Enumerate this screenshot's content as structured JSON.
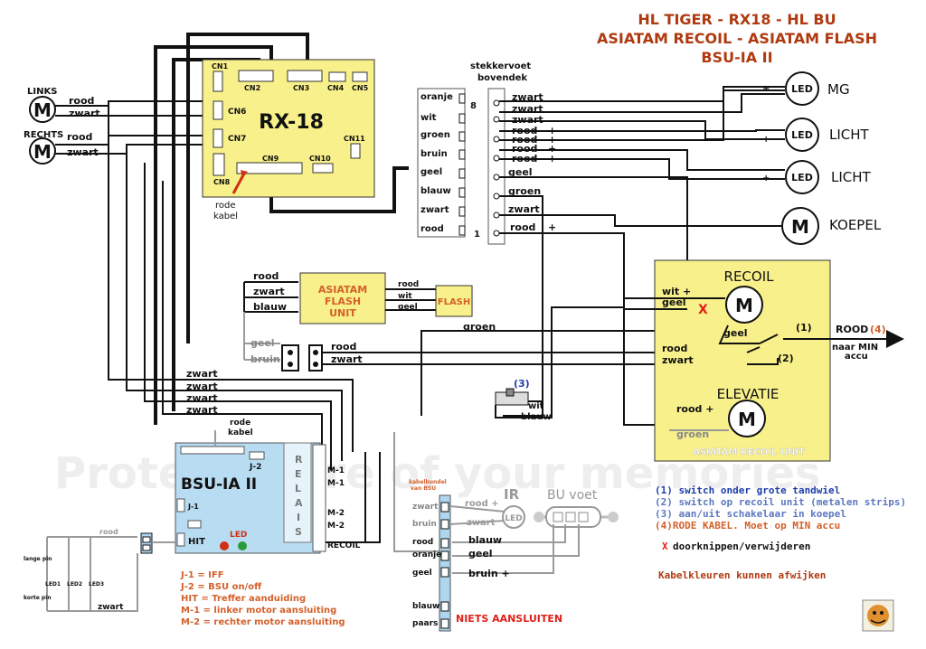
{
  "title": {
    "line1": "HL TIGER - RX18 - HL BU",
    "line2": "ASIATAM RECOIL - ASIATAM FLASH",
    "line3": "BSU-IA II"
  },
  "colors": {
    "title": "#b03a10",
    "board": "#f8f08a",
    "bsu_board": "#b8dcf2",
    "bus": "#aed6ee",
    "legend_blue": "#1e3ea8",
    "legend_orange": "#d4602a",
    "red_mark": "#e0201a",
    "background": "#ffffff"
  },
  "motors": {
    "links": {
      "label": "LINKS",
      "symbol": "M",
      "wires": [
        "rood",
        "zwart"
      ]
    },
    "rechts": {
      "label": "RECHTS",
      "symbol": "M",
      "wires": [
        "rood",
        "zwart"
      ]
    }
  },
  "rx18": {
    "name": "RX-18",
    "connectors": [
      "CN1",
      "CN2",
      "CN3",
      "CN4",
      "CN5",
      "CN6",
      "CN7",
      "CN8",
      "CN9",
      "CN10",
      "CN11"
    ],
    "note": "rode kabel"
  },
  "stekker": {
    "header": "stekkervoet bovendek",
    "pin_top": "8",
    "pin_bottom": "1",
    "left_labels": [
      "oranje",
      "wit",
      "groen",
      "bruin",
      "geel",
      "blauw",
      "zwart",
      "rood"
    ],
    "right_wires": [
      "zwart",
      "zwart",
      "zwart",
      "rood",
      "rood",
      "rood",
      "rood",
      "geel",
      "groen",
      "zwart",
      "rood"
    ],
    "plus": "+"
  },
  "outputs": {
    "led_symbol": "LED",
    "motor_symbol": "M",
    "mg": "MG",
    "licht1": "LICHT",
    "licht2": "LICHT",
    "koepel": "KOEPEL"
  },
  "flash_unit": {
    "name_line1": "ASIATAM",
    "name_line2": "FLASH",
    "name_line3": "UNIT",
    "in_wires": [
      "rood",
      "zwart",
      "blauw"
    ],
    "out_wires": [
      "rood",
      "wit",
      "geel"
    ],
    "flash": "FLASH"
  },
  "switches": {
    "left_wires": [
      "geel",
      "bruin"
    ],
    "right_wires": [
      "rood",
      "zwart"
    ],
    "groen": "groen"
  },
  "recoil_unit": {
    "recoil": "RECOIL",
    "elevatie": "ELEVATIE",
    "footer": "ASIATAM RECOIL UNIT",
    "wires_recoil": [
      "wit +",
      "geel",
      "geel"
    ],
    "cut_mark": "X",
    "switch1": "(1)",
    "switch2": "(2)",
    "rood_label": "ROOD",
    "rood_num": "(4)",
    "naar_min": "naar MIN",
    "accu": "accu",
    "wires_sw2": [
      "rood",
      "zwart"
    ],
    "elev_wires": [
      "rood +",
      "groen"
    ]
  },
  "koepel_switch": {
    "num": "(3)",
    "wires": [
      "wit",
      "blauw"
    ]
  },
  "bsu": {
    "name": "BSU-IA II",
    "relais": [
      "R",
      "E",
      "L",
      "A",
      "I",
      "S"
    ],
    "rode_kabel": "rode kabel",
    "j2": "J-2",
    "j1": "J-1",
    "hit": "HIT",
    "led": "LED",
    "recoil": "RECOIL",
    "m_labels": [
      "M-1",
      "M-1",
      "M-2",
      "M-2"
    ],
    "zwart_wires": [
      "zwart",
      "zwart",
      "zwart",
      "zwart"
    ]
  },
  "bsu_notes": [
    "J-1 = IFF",
    "J-2 = BSU on/off",
    "HIT = Treffer aanduiding",
    "M-1 = linker motor aansluiting",
    "M-2 = rechter motor aansluiting"
  ],
  "hit_leds": {
    "rood": "rood",
    "zwart": "zwart",
    "lange_pin": "lange pin",
    "korte_pin": "korte pin",
    "leds": [
      "LED1",
      "LED2",
      "LED3"
    ]
  },
  "bundle": {
    "header": "kabelbundel van BSU",
    "labels": [
      "zwart",
      "bruin",
      "rood",
      "oranje",
      "geel",
      "blauw",
      "paars"
    ],
    "ir_wires": [
      "rood +",
      "zwart"
    ],
    "bu_wires": [
      "blauw",
      "geel",
      "bruin +"
    ],
    "ir": "IR",
    "bu_voet": "BU voet",
    "niets": "NIETS AANSLUITEN"
  },
  "legend": [
    "(1) switch onder grote tandwiel",
    "(2) switch op recoil unit (metalen strips)",
    "(3) aan/uit schakelaar in koepel",
    "(4)RODE KABEL. Moet op MIN accu",
    "doorknippen/verwijderen",
    "Kabelkleuren kunnen afwijken"
  ],
  "legend_x": "X",
  "watermark": "Protect more of your memories"
}
